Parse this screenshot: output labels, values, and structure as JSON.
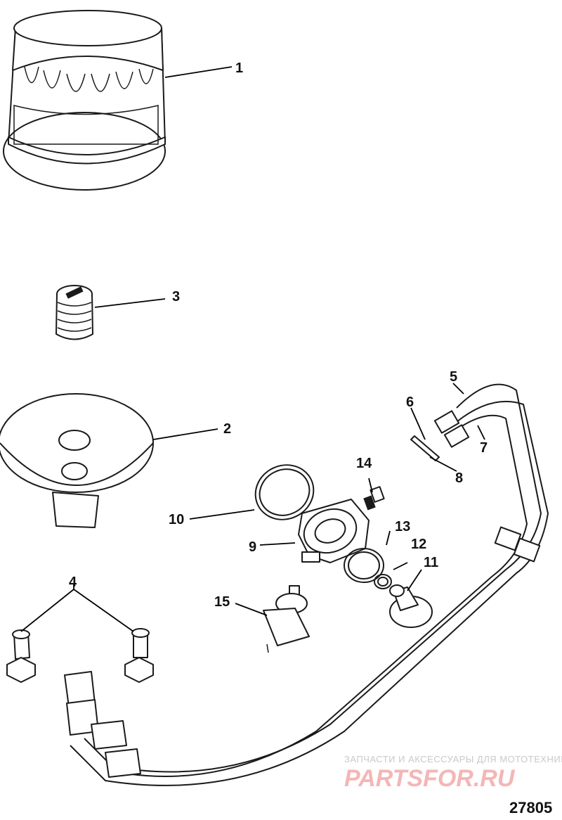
{
  "callouts": {
    "c1": "1",
    "c2": "2",
    "c3": "3",
    "c4": "4",
    "c5": "5",
    "c6": "6",
    "c7": "7",
    "c8": "8",
    "c9": "9",
    "c10": "10",
    "c11": "11",
    "c12": "12",
    "c13": "13",
    "c14": "14",
    "c15": "15"
  },
  "watermark": {
    "line1": "ЗАПЧАСТИ И АКСЕССУАРЫ ДЛЯ МОТОТЕХНИКИ",
    "logo": "PARTSFOR.RU"
  },
  "figure_number": "27805",
  "colors": {
    "line": "#1a1a1a",
    "watermark_logo": "#f4b6b6",
    "watermark_text": "#c9c9c9"
  }
}
